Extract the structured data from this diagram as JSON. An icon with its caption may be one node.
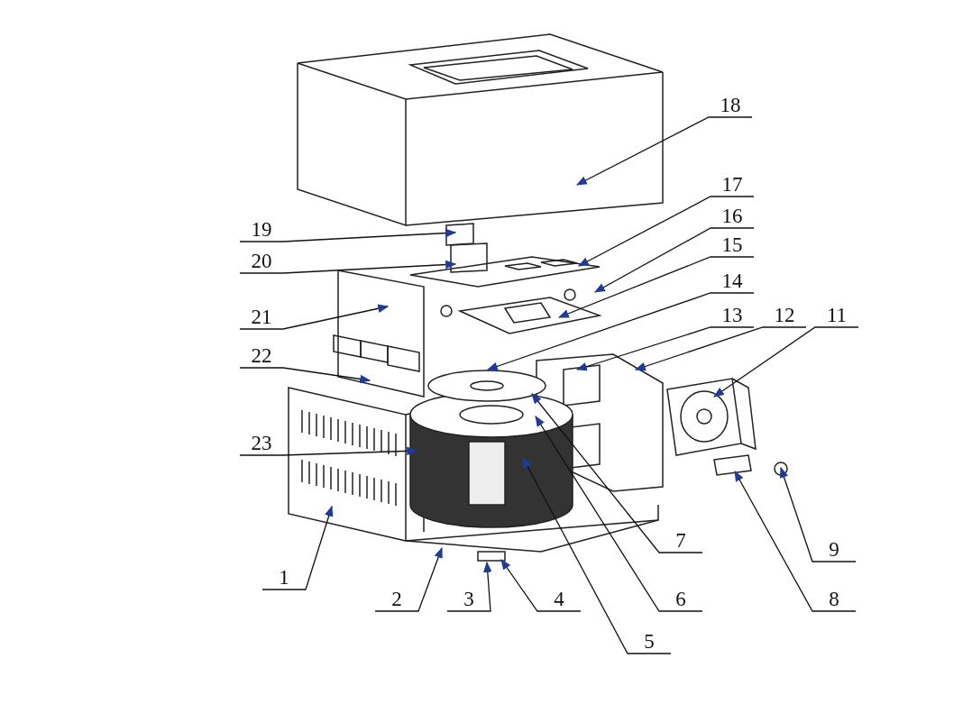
{
  "diagram": {
    "nodes": [
      {
        "text": [
          "1"
        ]
      },
      {
        "text": [
          "2"
        ]
      },
      {
        "text": [
          "3"
        ]
      },
      {
        "text": [
          "4"
        ]
      },
      {
        "text": [
          "5"
        ]
      },
      {
        "text": [
          "6"
        ]
      },
      {
        "text": [
          "7"
        ]
      },
      {
        "text": [
          "8"
        ]
      },
      {
        "text": [
          "9"
        ]
      },
      {
        "text": [
          "11"
        ]
      },
      {
        "text": [
          "12"
        ]
      },
      {
        "text": [
          "13"
        ]
      },
      {
        "text": [
          "14"
        ]
      },
      {
        "text": [
          "15"
        ]
      },
      {
        "text": [
          "16"
        ]
      },
      {
        "text": [
          "17"
        ]
      },
      {
        "text": [
          "18"
        ]
      },
      {
        "text": [
          "19"
        ]
      },
      {
        "text": [
          "20"
        ]
      },
      {
        "text": [
          "21"
        ]
      },
      {
        "text": [
          "22"
        ]
      },
      {
        "text": [
          "23"
        ]
      }
    ],
    "edges": [
      {
        "from": 0,
        "to": null,
        "arrow": "to"
      },
      {
        "from": 1,
        "to": null,
        "arrow": "to"
      },
      {
        "from": 2,
        "to": null,
        "arrow": "to"
      },
      {
        "from": 3,
        "to": null,
        "arrow": "to"
      },
      {
        "from": 4,
        "to": null,
        "arrow": "to"
      },
      {
        "from": 5,
        "to": null,
        "arrow": "to"
      },
      {
        "from": 6,
        "to": null,
        "arrow": "to"
      },
      {
        "from": 7,
        "to": null,
        "arrow": "to"
      },
      {
        "from": 8,
        "to": null,
        "arrow": "to"
      },
      {
        "from": 9,
        "to": null,
        "arrow": "to"
      },
      {
        "from": 10,
        "to": null,
        "arrow": "to"
      },
      {
        "from": 11,
        "to": null,
        "arrow": "to"
      },
      {
        "from": 12,
        "to": null,
        "arrow": "to"
      },
      {
        "from": 13,
        "to": null,
        "arrow": "to"
      },
      {
        "from": 14,
        "to": null,
        "arrow": "to"
      },
      {
        "from": 15,
        "to": null,
        "arrow": "to"
      },
      {
        "from": 16,
        "to": null,
        "arrow": "to"
      },
      {
        "from": 17,
        "to": null,
        "arrow": "to"
      },
      {
        "from": 18,
        "to": null,
        "arrow": "to"
      },
      {
        "from": 19,
        "to": null,
        "arrow": "to"
      },
      {
        "from": 20,
        "to": null,
        "arrow": "to"
      },
      {
        "from": 21,
        "to": null,
        "arrow": "to"
      }
    ]
  }
}
